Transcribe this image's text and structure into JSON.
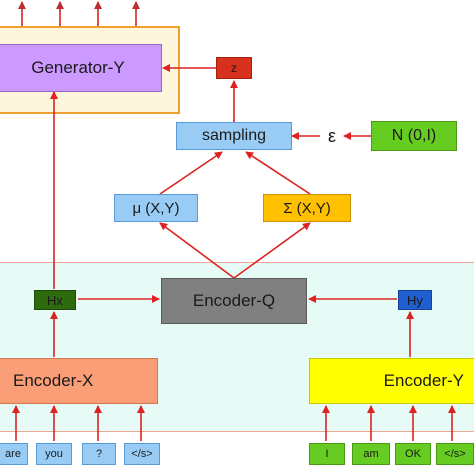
{
  "generator": {
    "label": "Generator-Y"
  },
  "z": {
    "label": "z"
  },
  "sampling": {
    "label": "sampling"
  },
  "epsilon": {
    "label": "ε"
  },
  "noise": {
    "label": "N (0,I)"
  },
  "mu": {
    "label": "μ (X,Y)"
  },
  "sigma": {
    "label": "Σ  (X,Y)"
  },
  "encoder_q": {
    "label": "Encoder-Q"
  },
  "hx": {
    "label": "Hx"
  },
  "hy": {
    "label": "Hy"
  },
  "encoder_x": {
    "label": "Encoder-X"
  },
  "encoder_y": {
    "label": "Encoder-Y"
  },
  "input_x_tokens": [
    "are",
    "you",
    "?",
    "</s>"
  ],
  "input_y_tokens": [
    "I",
    "am",
    "OK",
    "</s>"
  ],
  "output_tokens": [
    "?",
    "?",
    "?",
    "?"
  ],
  "colors": {
    "generator_fill": "#cc99ff",
    "generator_panel": "#fdf5dc",
    "generator_panel_border": "#f0a030",
    "encoder_panel": "#e6faf6",
    "encoder_panel_border": "#f0a898",
    "z_fill": "#d7301f",
    "sampling_fill": "#99ccf5",
    "noise_fill": "#66cc22",
    "mu_fill": "#99ccf5",
    "sigma_fill": "#ffc000",
    "encoder_q_fill": "#808080",
    "hx_fill": "#2e6b0e",
    "hy_fill": "#1f5fd0",
    "encoder_x_fill": "#fa9e78",
    "encoder_y_fill": "#ffff00",
    "token_x_fill": "#99ccf5",
    "token_y_fill": "#66cc22",
    "arrow": "#dd2222"
  }
}
